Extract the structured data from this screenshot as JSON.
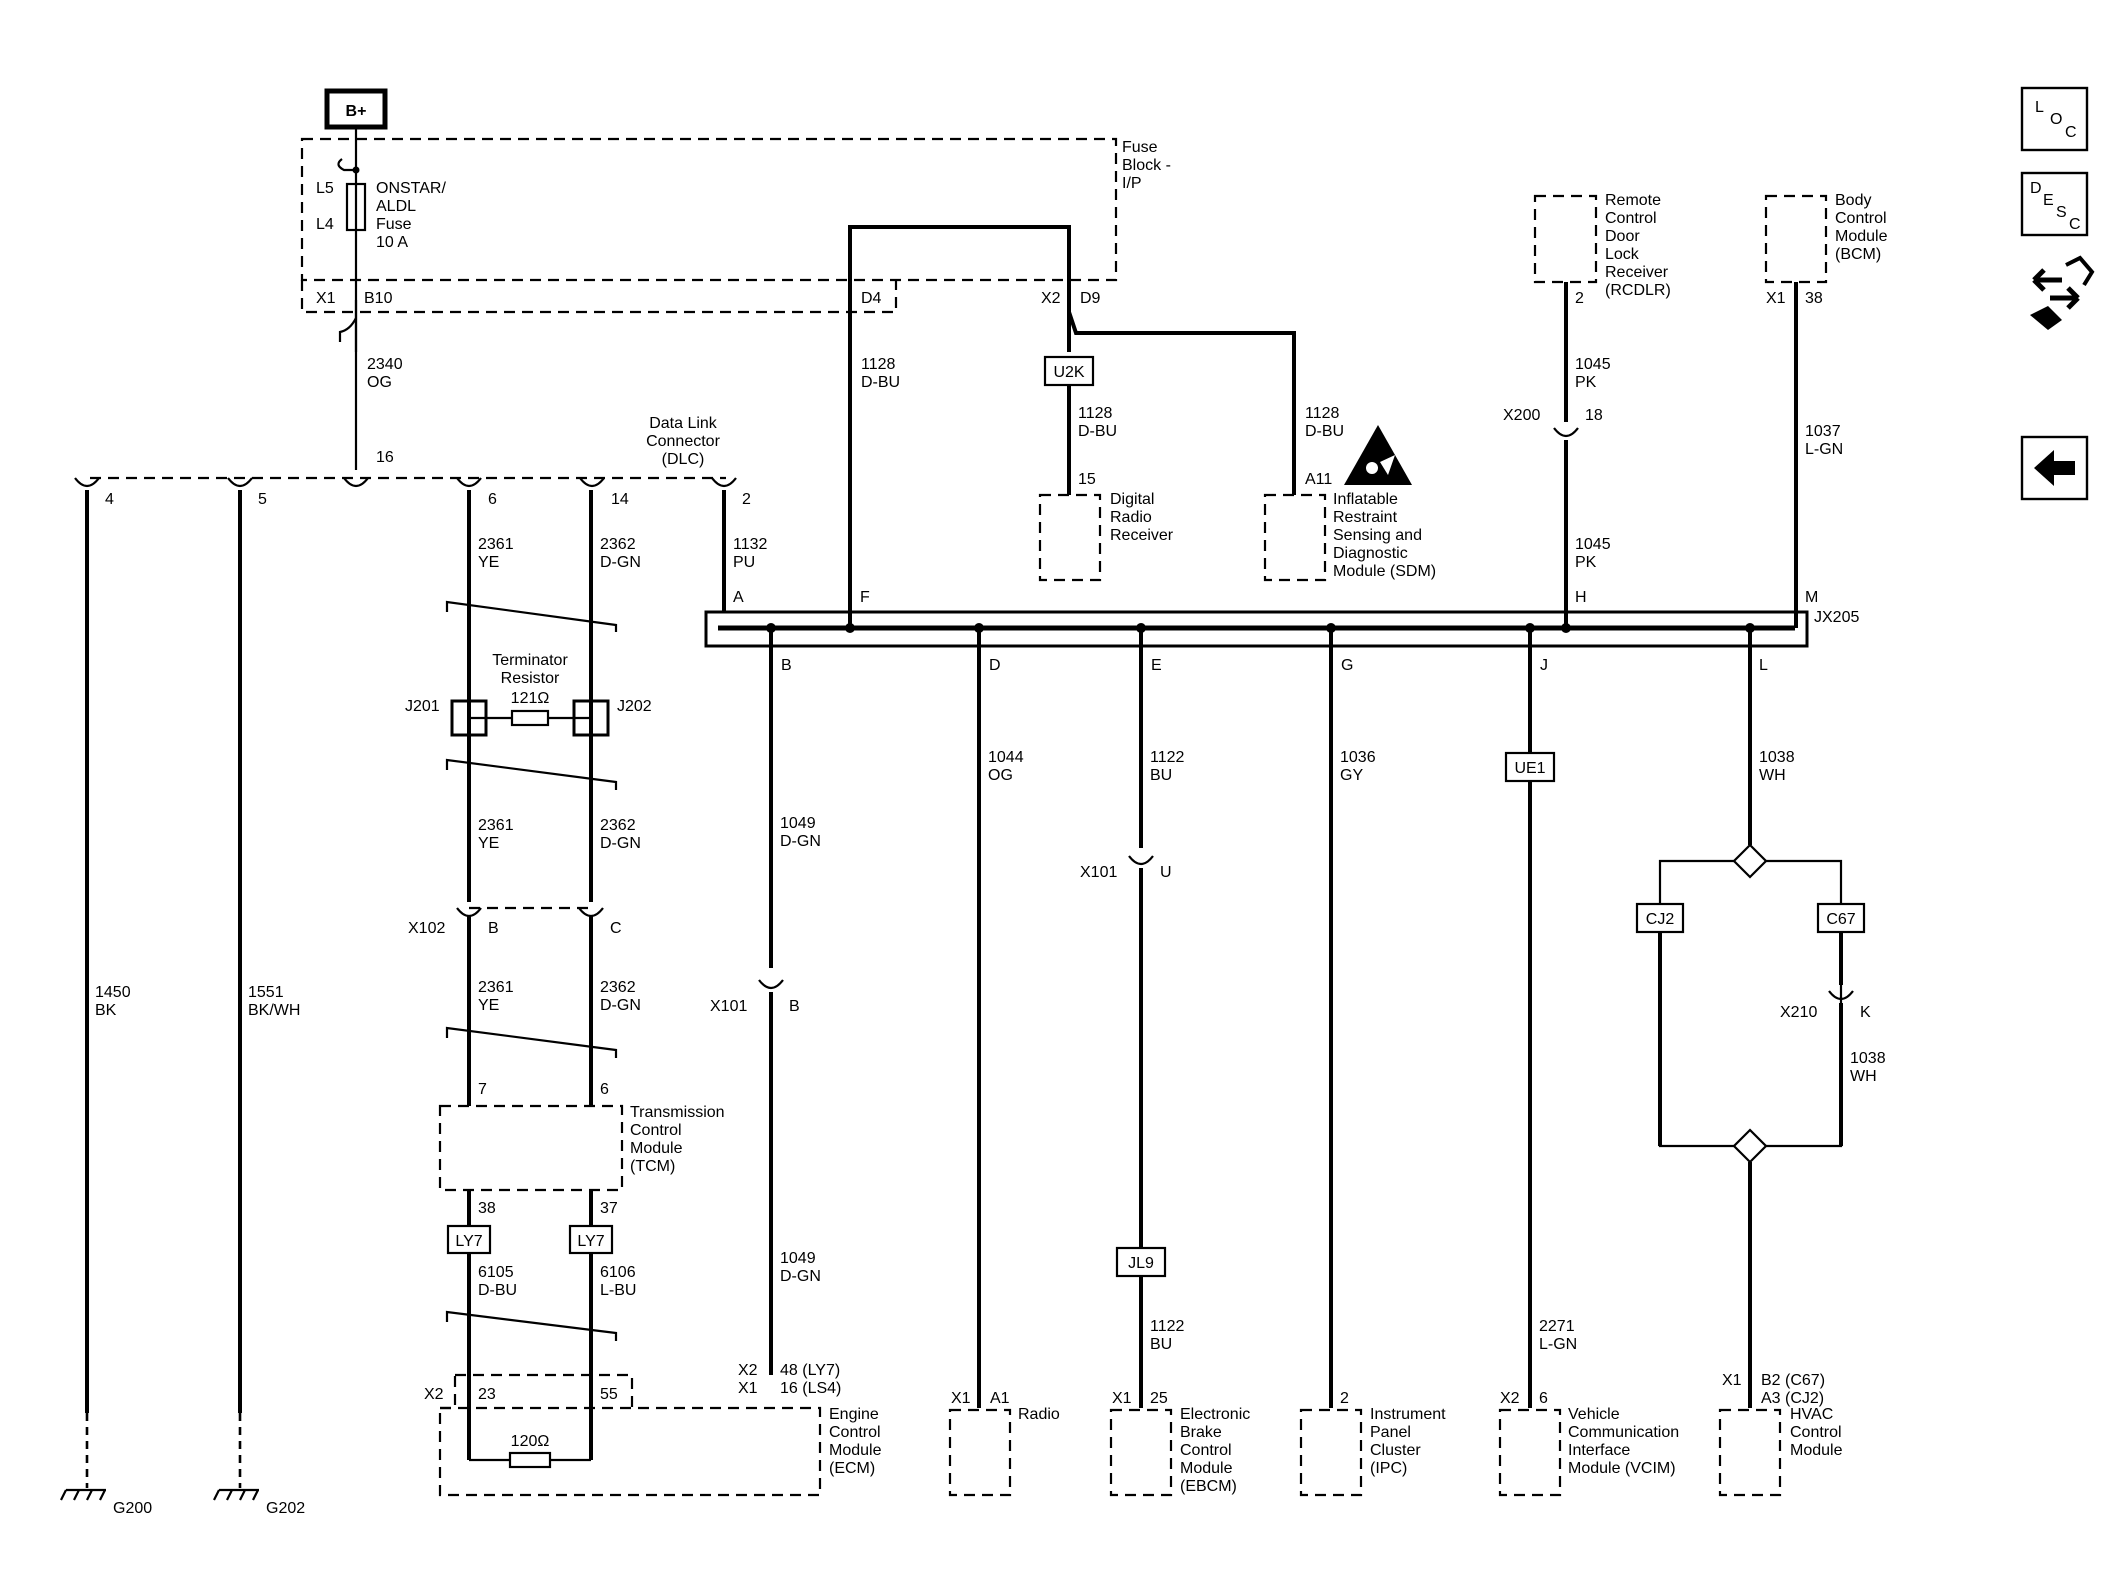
{
  "power": {
    "battery": "B+"
  },
  "fuse_block": {
    "name": [
      "Fuse",
      "Block -",
      "I/P"
    ],
    "fuse_name": [
      "ONSTAR/",
      "ALDL",
      "Fuse",
      "10 A"
    ],
    "pin_in": "L5",
    "pin_out": "L4"
  },
  "connectors": {
    "x1_b10": [
      "X1",
      "B10"
    ],
    "d4": "D4",
    "x2_d9": [
      "X2",
      "D9"
    ],
    "x200": [
      "X200",
      "18"
    ],
    "x101_u": [
      "X101",
      "U"
    ],
    "x101_b": [
      "X101",
      "B"
    ],
    "x102": [
      "X102",
      "B",
      "C"
    ],
    "x210": [
      "X210",
      "K"
    ],
    "jx205": "JX205",
    "jx205_top": [
      "A",
      "F",
      "H",
      "M"
    ],
    "jx205_bottom": [
      "B",
      "D",
      "E",
      "G",
      "J",
      "L"
    ],
    "j201": "J201",
    "j202": "J202"
  },
  "wires": {
    "w2340": [
      "2340",
      "OG"
    ],
    "w1450": [
      "1450",
      "BK"
    ],
    "w1551": [
      "1551",
      "BK/WH"
    ],
    "w2361": [
      "2361",
      "YE"
    ],
    "w2362": [
      "2362",
      "D-GN"
    ],
    "w1132": [
      "1132",
      "PU"
    ],
    "w1128": [
      "1128",
      "D-BU"
    ],
    "w1045": [
      "1045",
      "PK"
    ],
    "w1037": [
      "1037",
      "L-GN"
    ],
    "w1049": [
      "1049",
      "D-GN"
    ],
    "w1044": [
      "1044",
      "OG"
    ],
    "w1122": [
      "1122",
      "BU"
    ],
    "w1036": [
      "1036",
      "GY"
    ],
    "w1038": [
      "1038",
      "WH"
    ],
    "w2271": [
      "2271",
      "L-GN"
    ],
    "w6105": [
      "6105",
      "D-BU"
    ],
    "w6106": [
      "6106",
      "L-BU"
    ]
  },
  "dlc": {
    "name": [
      "Data Link",
      "Connector",
      "(DLC)"
    ],
    "pins": [
      "4",
      "5",
      "16",
      "6",
      "14",
      "2"
    ]
  },
  "terminator": {
    "name": [
      "Terminator",
      "Resistor"
    ],
    "value": "121Ω"
  },
  "ecm_resistor": "120Ω",
  "options": [
    "U2K",
    "UE1",
    "CJ2",
    "C67",
    "LY7",
    "LY7",
    "JL9"
  ],
  "modules": {
    "rcdlr": {
      "name": [
        "Remote",
        "Control",
        "Door",
        "Lock",
        "Receiver",
        "(RCDLR)"
      ],
      "pin": "2"
    },
    "bcm": {
      "name": [
        "Body",
        "Control",
        "Module",
        "(BCM)"
      ],
      "conn": "X1",
      "pin": "38"
    },
    "drr": {
      "name": [
        "Digital",
        "Radio",
        "Receiver"
      ],
      "pin": "15"
    },
    "sdm": {
      "name": [
        "Inflatable",
        "Restraint",
        "Sensing and",
        "Diagnostic",
        "Module (SDM)"
      ],
      "pin": "A11"
    },
    "tcm": {
      "name": [
        "Transmission",
        "Control",
        "Module",
        "(TCM)"
      ],
      "pins_top": [
        "7",
        "6"
      ],
      "pins_bottom": [
        "38",
        "37"
      ]
    },
    "ecm": {
      "name": [
        "Engine",
        "Control",
        "Module",
        "(ECM)"
      ],
      "conn_x2": [
        "X2",
        "48 (LY7)"
      ],
      "conn_x1": [
        "X1",
        "16 (LS4)"
      ],
      "can_conn": [
        "X2",
        "23",
        "55"
      ]
    },
    "radio": {
      "name": [
        "Radio"
      ],
      "conn": [
        "X1",
        "A1"
      ]
    },
    "ebcm": {
      "name": [
        "Electronic",
        "Brake",
        "Control",
        "Module",
        "(EBCM)"
      ],
      "conn": [
        "X1",
        "25"
      ]
    },
    "ipc": {
      "name": [
        "Instrument",
        "Panel",
        "Cluster",
        "(IPC)"
      ],
      "pin": "2"
    },
    "vcim": {
      "name": [
        "Vehicle",
        "Communication",
        "Interface",
        "Module (VCIM)"
      ],
      "conn": [
        "X2",
        "6"
      ]
    },
    "hvac": {
      "name": [
        "HVAC",
        "Control",
        "Module"
      ],
      "conn": [
        "X1",
        "B2 (C67)",
        "A3 (CJ2)"
      ]
    }
  },
  "grounds": [
    "G200",
    "G202"
  ],
  "nav": {
    "loc": [
      "L",
      "O",
      "C"
    ],
    "desc": [
      "D",
      "E",
      "S",
      "C"
    ],
    "buttons": [
      "loc-button",
      "desc-button",
      "component-locator-button",
      "back-button"
    ]
  }
}
